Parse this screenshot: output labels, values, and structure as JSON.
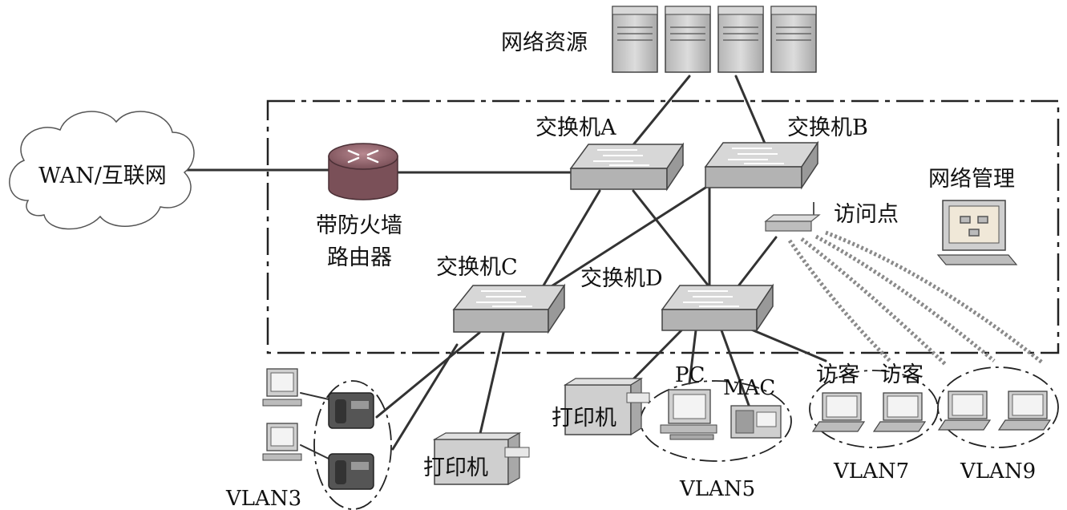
{
  "labels": {
    "network_resources": "网络资源",
    "wan": "WAN/互联网",
    "router_line1": "带防火墙",
    "router_line2": "路由器",
    "switch_a": "交换机A",
    "switch_b": "交换机B",
    "switch_c": "交换机C",
    "switch_d": "交换机D",
    "network_management": "网络管理",
    "access_point": "访问点",
    "pc": "PC",
    "mac": "MAC",
    "guest_1": "访客",
    "guest_2": "访客",
    "printer_c": "打印机",
    "printer_d": "打印机",
    "vlan3": "VLAN3",
    "vlan5": "VLAN5",
    "vlan7": "VLAN7",
    "vlan9": "VLAN9"
  },
  "colors": {
    "line": "#333333",
    "device_fill": "#c9c9c9",
    "device_dark": "#8e8e8e",
    "router": "#9a6670",
    "router_dark": "#6e4550",
    "screen": "#eeeeee"
  }
}
